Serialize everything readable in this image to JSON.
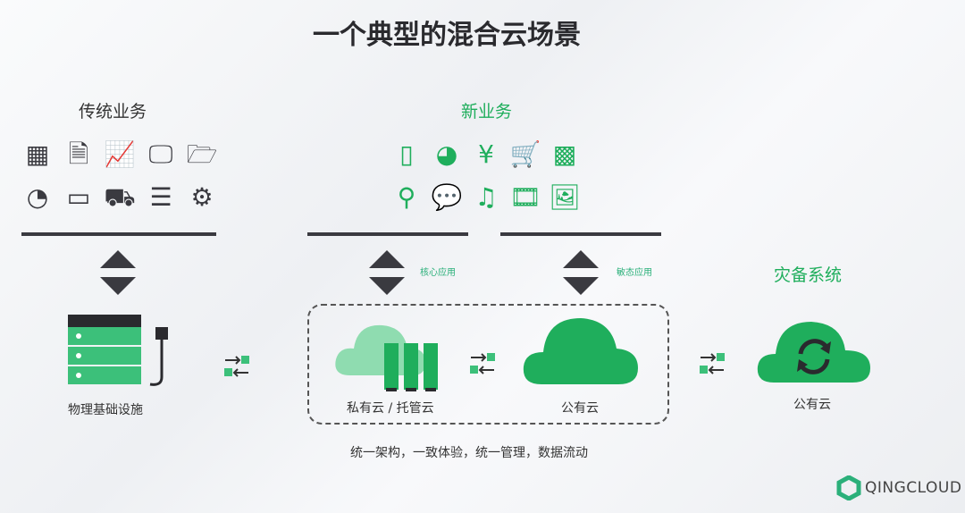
{
  "title": "一个典型的混合云场景",
  "traditional": {
    "label": "传统业务",
    "icons": [
      "calendar-icon",
      "document-icon",
      "line-chart-icon",
      "monitor-icon",
      "folder-icon",
      "gauge-icon",
      "credit-card-icon",
      "truck-icon",
      "sliders-icon",
      "gears-icon"
    ]
  },
  "new_business": {
    "label": "新业务",
    "icons": [
      "phone-icon",
      "pacman-icon",
      "yen-icon",
      "cart-icon",
      "qr-code-icon",
      "location-pin-icon",
      "chat-icon",
      "music-icon",
      "video-icon",
      "image-icon"
    ]
  },
  "core_app": "核心应用",
  "agile_app": "敏态应用",
  "disaster": "灾备系统",
  "physical": "物理基础设施",
  "private_cloud": "私有云 / 托管云",
  "public_cloud": "公有云",
  "dr_public_cloud": "公有云",
  "caption": "统一架构，一致体验，统一管理，数据流动",
  "brand": "QINGCLOUD",
  "colors": {
    "green": "#1fae5c",
    "dark": "#3a3a40"
  }
}
